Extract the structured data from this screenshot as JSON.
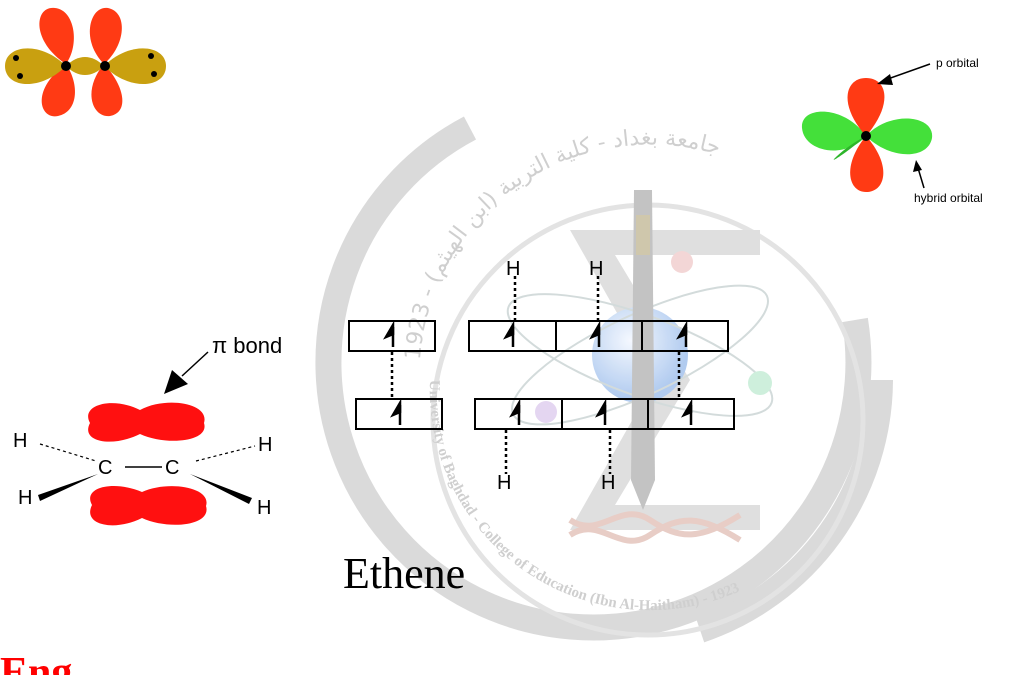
{
  "slide": {
    "title": "Ethene",
    "bottom_heading_fragment": "Eng. . . . . ."
  },
  "watermark": {
    "arc_text_arabic": "جامعة بغداد - كلية التربية (ابن الهيثم) - 1923",
    "arc_text_english": "University of Baghdad - College of Education (Ibn Al-Haitham) - 1923",
    "letter": "Σ"
  },
  "hybrid_figure": {
    "p_orbital_label": "p orbital",
    "hybrid_orbital_label": "hybrid orbital"
  },
  "pi_bond_figure": {
    "pi_label": "π bond",
    "atoms": {
      "h_top_left": "H",
      "h_top_right": "H",
      "h_bottom_left": "H",
      "h_bottom_right": "H",
      "c_left": "C",
      "c_right": "C"
    }
  },
  "orbital_boxes": {
    "upper_h_labels": [
      "H",
      "H"
    ],
    "lower_h_labels": [
      "H",
      "H"
    ]
  },
  "colors": {
    "p_lobe": "#ff3a14",
    "hybrid_lobe_gold": "#c9a010",
    "hybrid_lobe_green": "#44e03a",
    "pi_lobe": "#ff1010",
    "watermark_gray": "#d4d4d4",
    "heading_red": "#ff0000"
  }
}
